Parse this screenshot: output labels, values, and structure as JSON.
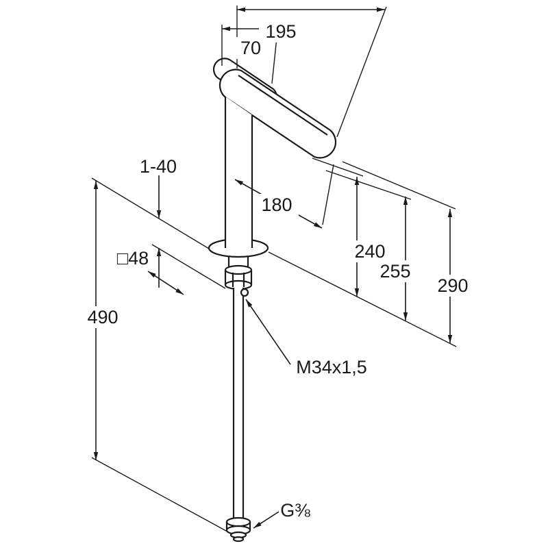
{
  "page": {
    "background": "#ffffff",
    "line_color": "#1a1a1a",
    "drawing_kind": "single-lever basin mixer dimensional drawing"
  },
  "dims": {
    "spout_reach": "195",
    "handle_width": "70",
    "deck_thickness_range": "1-40",
    "spout_projection": "180",
    "height_underside": "240",
    "height_upper": "255",
    "height_total": "290",
    "base_square": "□48",
    "supply_length": "490",
    "mounting_thread": "M34x1,5",
    "connection_thread": "G⅜"
  }
}
